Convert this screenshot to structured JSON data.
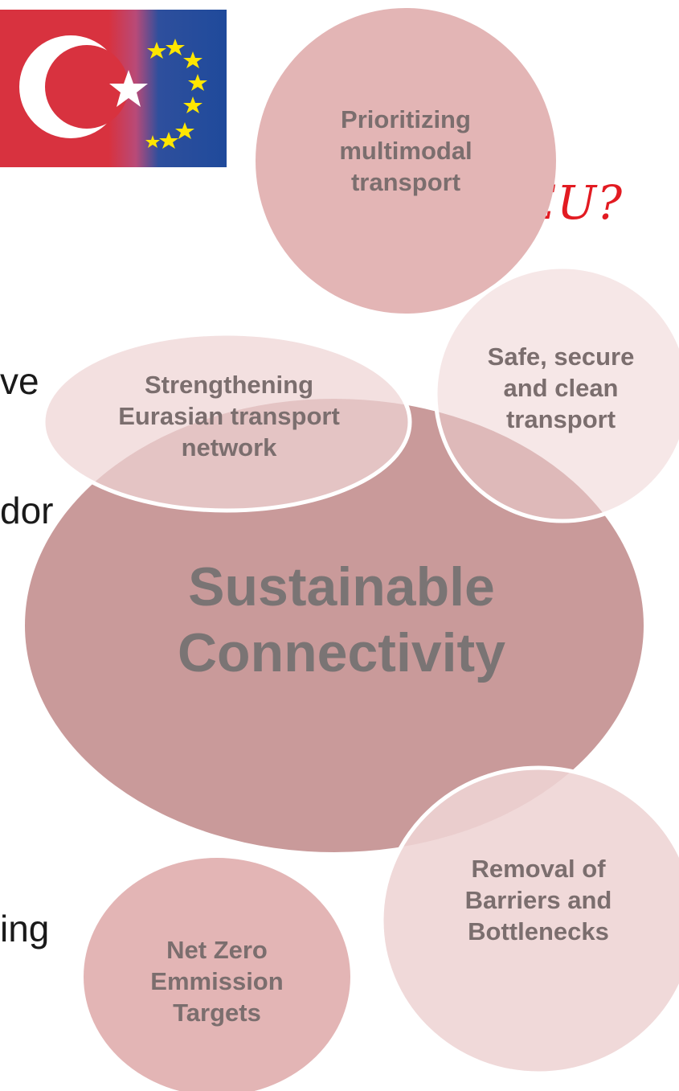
{
  "headline": "e EU?",
  "left_text_fragments": [
    "ve",
    "dor",
    "ing"
  ],
  "diagram": {
    "center": {
      "lines": [
        "Sustainable",
        "Connectivity"
      ]
    },
    "bubbles": [
      {
        "id": "multimodal",
        "lines": [
          "Prioritizing",
          "multimodal",
          "transport"
        ]
      },
      {
        "id": "eurasian",
        "lines": [
          "Strengthening",
          "Eurasian transport",
          "network"
        ]
      },
      {
        "id": "safe",
        "lines": [
          "Safe, secure",
          "and clean",
          "transport"
        ]
      },
      {
        "id": "barriers",
        "lines": [
          "Removal of",
          "Barriers and",
          "Bottlenecks"
        ]
      },
      {
        "id": "netzero",
        "lines": [
          "Net Zero",
          "Emmission",
          "Targets"
        ]
      }
    ]
  },
  "colors": {
    "center_fill": "#c99a9a",
    "bubble_fill": "#e3b5b5",
    "bubble_fill_light": "#eed4d4",
    "text": "#7b6e6e",
    "headline": "#e21b22",
    "flag_red": "#d8323f",
    "flag_blue": "#1f4a9b",
    "flag_star": "#ffe600"
  }
}
